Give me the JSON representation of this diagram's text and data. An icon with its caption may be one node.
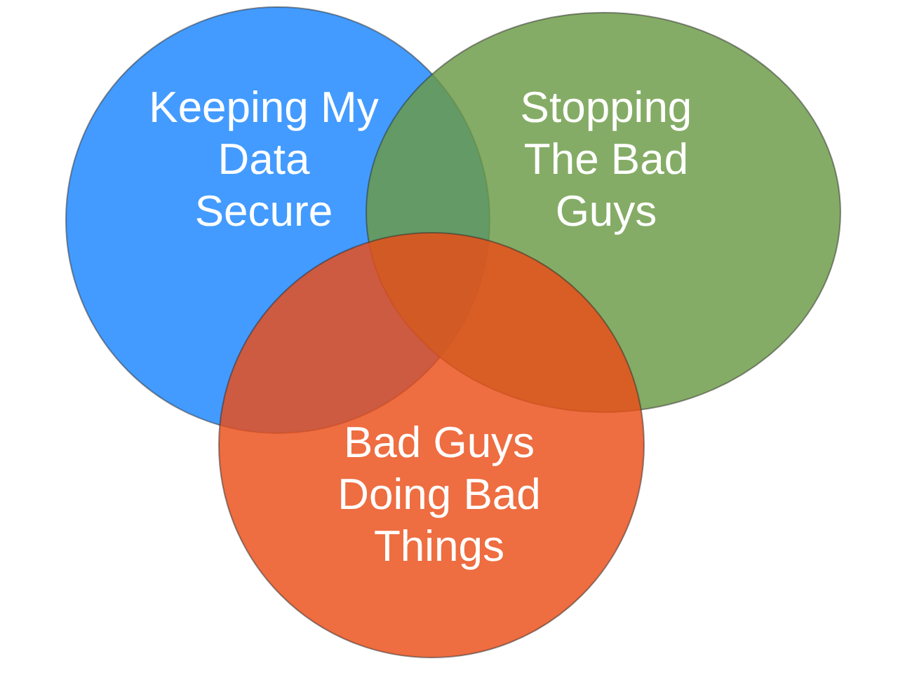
{
  "diagram": {
    "nodes": [
      {
        "text": [
          "Keeping My Data Secure"
        ]
      },
      {
        "text": [
          "Stopping The Bad Guys"
        ]
      },
      {
        "text": [
          "Bad Guys Doing Bad Things"
        ]
      }
    ]
  }
}
